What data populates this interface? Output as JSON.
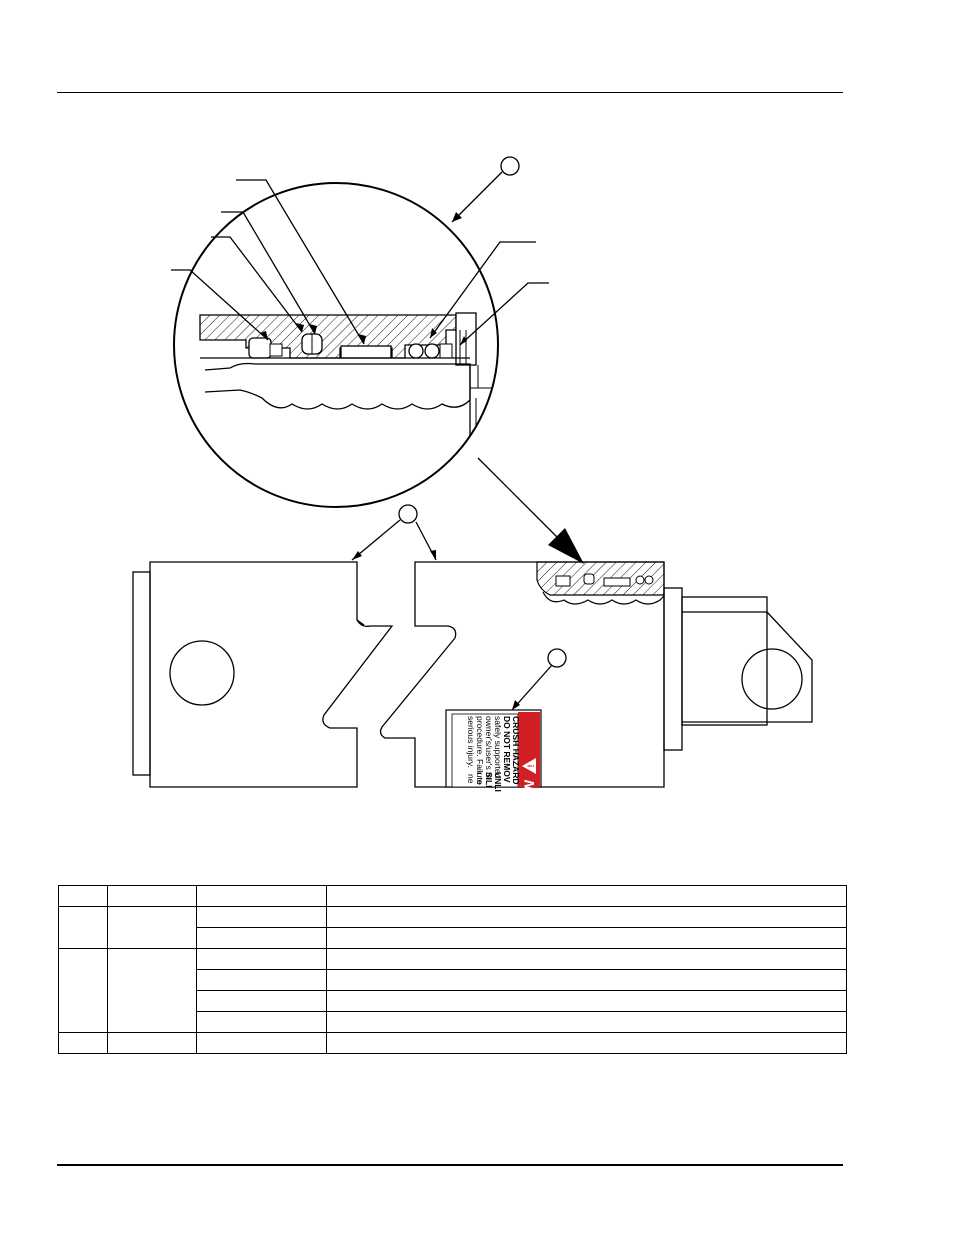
{
  "decal": {
    "warning_mark": "!",
    "header_letter": "W",
    "title_line": "CRUSH HAZARD",
    "text_lines": [
      "DO NOT REMOV",
      "safely supported",
      "owner's/user's m",
      "procedure. Failure",
      "serious injury."
    ],
    "fragments": [
      "UNLI",
      "SILI",
      "r to",
      "ne"
    ],
    "accent_color": "#d21f26"
  },
  "parts_table": {
    "rows": [
      [
        "",
        "",
        "",
        ""
      ],
      [
        "",
        "",
        "",
        ""
      ],
      [
        "",
        "",
        "",
        ""
      ],
      [
        "",
        "",
        "",
        ""
      ],
      [
        "",
        "",
        "",
        ""
      ],
      [
        "",
        "",
        "",
        ""
      ],
      [
        "",
        "",
        "",
        ""
      ],
      [
        "",
        "",
        "",
        ""
      ]
    ]
  }
}
